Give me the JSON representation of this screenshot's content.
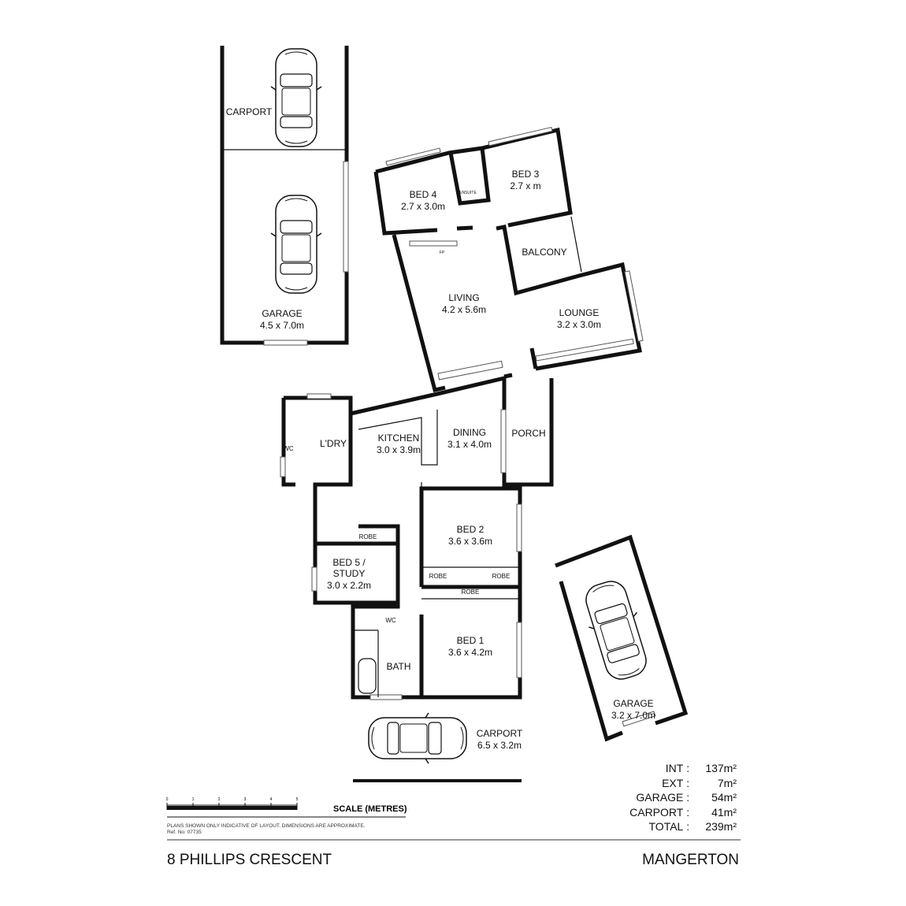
{
  "rooms": {
    "carport_top": {
      "name": "CARPORT"
    },
    "garage_left": {
      "name": "GARAGE",
      "size": "4.5 x 7.0m"
    },
    "bed4": {
      "name": "BED 4",
      "size": "2.7 x 3.0m"
    },
    "bed3": {
      "name": "BED 3",
      "size": "2.7 x m"
    },
    "ensuite": {
      "name": "ENSUITE"
    },
    "balcony": {
      "name": "BALCONY"
    },
    "living": {
      "name": "LIVING",
      "size": "4.2 x 5.6m"
    },
    "fireplace": {
      "name": "FP"
    },
    "lounge": {
      "name": "LOUNGE",
      "size": "3.2 x 3.0m"
    },
    "laundry": {
      "name": "L'DRY"
    },
    "wc1": {
      "name": "WC"
    },
    "kitchen": {
      "name": "KITCHEN",
      "size": "3.0 x 3.9m"
    },
    "dining": {
      "name": "DINING",
      "size": "3.1 x 4.0m"
    },
    "porch": {
      "name": "PORCH"
    },
    "bed2": {
      "name": "BED 2",
      "size": "3.6 x 3.6m"
    },
    "robe_bed5": {
      "name": "ROBE"
    },
    "robe_bed2_left": {
      "name": "ROBE"
    },
    "robe_bed2_right": {
      "name": "ROBE"
    },
    "robe_bed1": {
      "name": "ROBE"
    },
    "bed5": {
      "name": "BED 5 /",
      "name2": "STUDY",
      "size": "3.0 x 2.2m"
    },
    "wc2": {
      "name": "WC"
    },
    "bath": {
      "name": "BATH"
    },
    "bed1": {
      "name": "BED 1",
      "size": "3.6 x 4.2m"
    },
    "carport_bottom": {
      "name": "CARPORT",
      "size": "6.5 x 3.2m"
    },
    "garage_right": {
      "name": "GARAGE",
      "size": "3.2 x 7.0m"
    }
  },
  "areas": [
    {
      "label": "INT",
      "value": "137m²"
    },
    {
      "label": "EXT",
      "value": "7m²"
    },
    {
      "label": "GARAGE",
      "value": "54m²"
    },
    {
      "label": "CARPORT",
      "value": "41m²"
    },
    {
      "label": "TOTAL",
      "value": "239m²"
    }
  ],
  "scale": {
    "ticks": [
      "0",
      "1",
      "2",
      "3",
      "4",
      "5"
    ],
    "title": "SCALE (METRES)",
    "disclaimer": "PLANS SHOWN ONLY INDICATIVE OF LAYOUT.  DIMENSIONS ARE APPROXIMATE.",
    "ref": "Ref. No: 07735"
  },
  "footer": {
    "address": "8 PHILLIPS CRESCENT",
    "suburb": "MANGERTON"
  }
}
